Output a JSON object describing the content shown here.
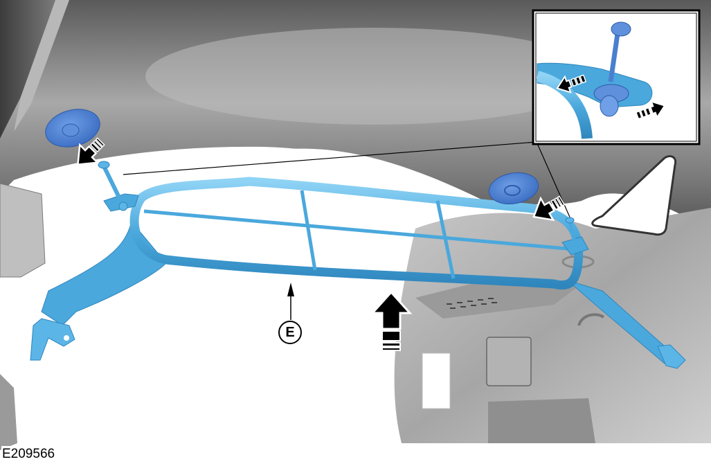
{
  "figure": {
    "id": "E209566",
    "subject": "Luggage compartment partition / cargo bar with push-pin fasteners",
    "callouts": [
      {
        "label": "E",
        "target": "cargo-partition-bar"
      }
    ],
    "detail_view": {
      "description": "Inset showing push-pin fastener release on bracket",
      "arrows": [
        "release-arrow-left",
        "release-arrow-right"
      ]
    },
    "arrows": [
      {
        "name": "install-arrow-left-fastener",
        "direction": "up-left"
      },
      {
        "name": "install-arrow-right-fastener",
        "direction": "up-left"
      },
      {
        "name": "lift-arrow",
        "direction": "up"
      }
    ],
    "colors": {
      "part_blue": "#4aa8dc",
      "fastener_blue": "#4a7fd0",
      "trim_gray": "#8a8a8a",
      "background": "#ffffff",
      "arrow": "#000000"
    }
  }
}
